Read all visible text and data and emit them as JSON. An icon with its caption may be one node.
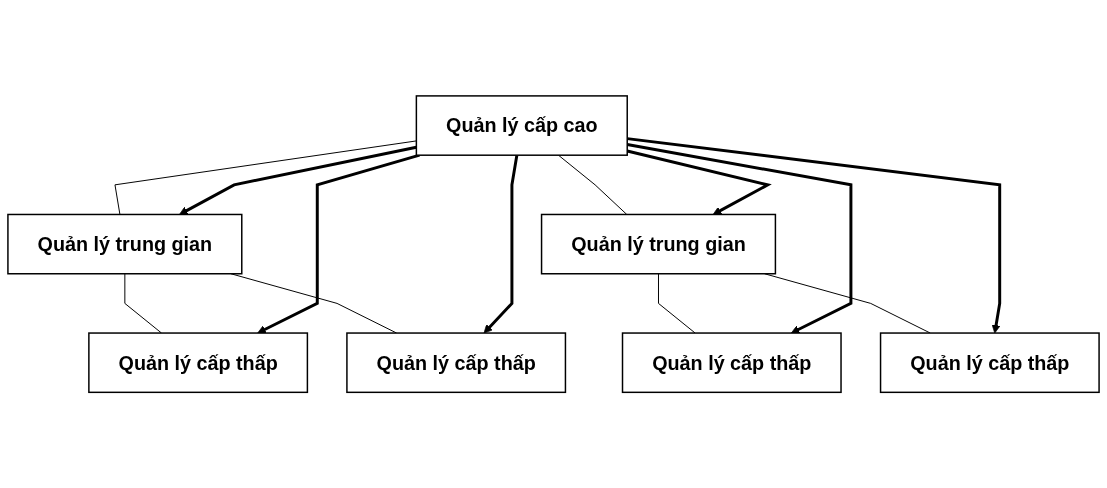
{
  "diagram": {
    "nodes": [
      {
        "text": [
          "Quản lý cấp cao"
        ]
      },
      {
        "text": [
          "Quản lý trung gian"
        ]
      },
      {
        "text": [
          "Quản lý trung gian"
        ]
      },
      {
        "text": [
          "Quản lý cấp thấp"
        ]
      },
      {
        "text": [
          "Quản lý cấp thấp"
        ]
      },
      {
        "text": [
          "Quản lý cấp thấp"
        ]
      },
      {
        "text": [
          "Quản lý cấp thấp"
        ]
      }
    ],
    "edges": [
      {
        "from": 0,
        "to": 1,
        "arrow": "none"
      },
      {
        "from": 0,
        "to": 2,
        "arrow": "none"
      },
      {
        "from": 1,
        "to": 3,
        "arrow": "none"
      },
      {
        "from": 1,
        "to": 4,
        "arrow": "none"
      },
      {
        "from": 2,
        "to": 5,
        "arrow": "none"
      },
      {
        "from": 2,
        "to": 6,
        "arrow": "none"
      },
      {
        "from": 0,
        "to": 1,
        "arrow": "to",
        "style": "thick"
      },
      {
        "from": 0,
        "to": 2,
        "arrow": "to",
        "style": "thick"
      },
      {
        "from": 0,
        "to": 3,
        "arrow": "to",
        "style": "thick"
      },
      {
        "from": 0,
        "to": 4,
        "arrow": "to",
        "style": "thick"
      },
      {
        "from": 0,
        "to": 5,
        "arrow": "to",
        "style": "thick"
      },
      {
        "from": 0,
        "to": 6,
        "arrow": "to",
        "style": "thick"
      }
    ]
  }
}
